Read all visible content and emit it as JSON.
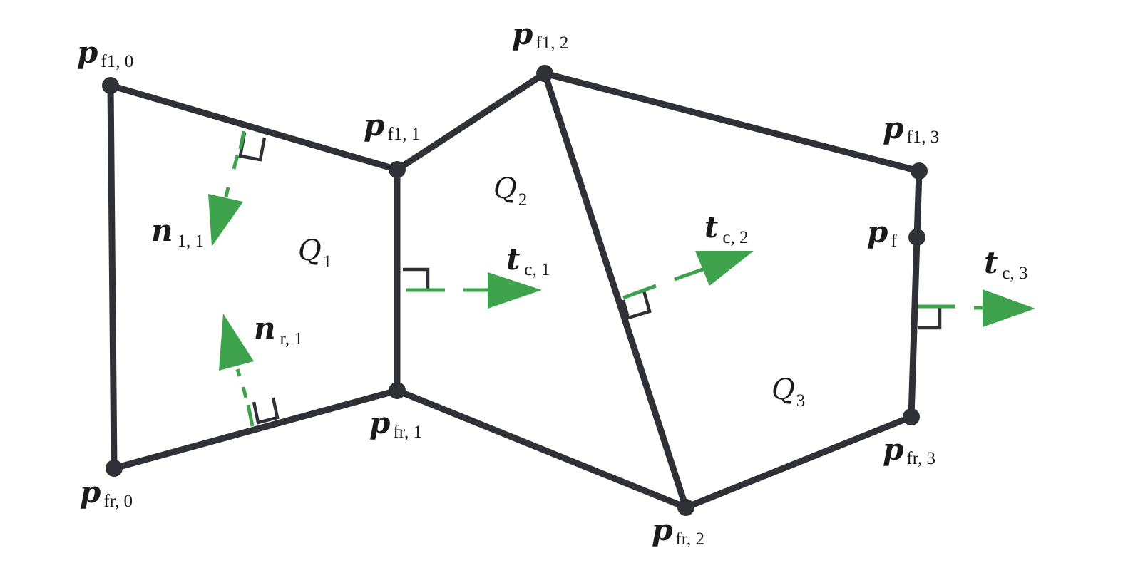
{
  "colors": {
    "edge": "#2f3136",
    "normal_vector": "#3fa34d",
    "text": "#1a1a1a"
  },
  "points": {
    "pf1_0": {
      "base": "p",
      "sub": "f1, 0"
    },
    "pf1_1": {
      "base": "p",
      "sub": "f1, 1"
    },
    "pf1_2": {
      "base": "p",
      "sub": "f1, 2"
    },
    "pf1_3": {
      "base": "p",
      "sub": "f1, 3"
    },
    "pf": {
      "base": "p",
      "sub": "f"
    },
    "pfr_0": {
      "base": "p",
      "sub": "fr, 0"
    },
    "pfr_1": {
      "base": "p",
      "sub": "fr, 1"
    },
    "pfr_2": {
      "base": "p",
      "sub": "fr, 2"
    },
    "pfr_3": {
      "base": "p",
      "sub": "fr, 3"
    }
  },
  "vectors": {
    "n1_1": {
      "base": "n",
      "sub": "1, 1"
    },
    "nr_1": {
      "base": "n",
      "sub": "r, 1"
    },
    "tc_1": {
      "base": "t",
      "sub": "c, 1"
    },
    "tc_2": {
      "base": "t",
      "sub": "c, 2"
    },
    "tc_3": {
      "base": "t",
      "sub": "c, 3"
    }
  },
  "regions": {
    "q1": {
      "base": "Q",
      "sub": "1"
    },
    "q2": {
      "base": "Q",
      "sub": "2"
    },
    "q3": {
      "base": "Q",
      "sub": "3"
    }
  }
}
